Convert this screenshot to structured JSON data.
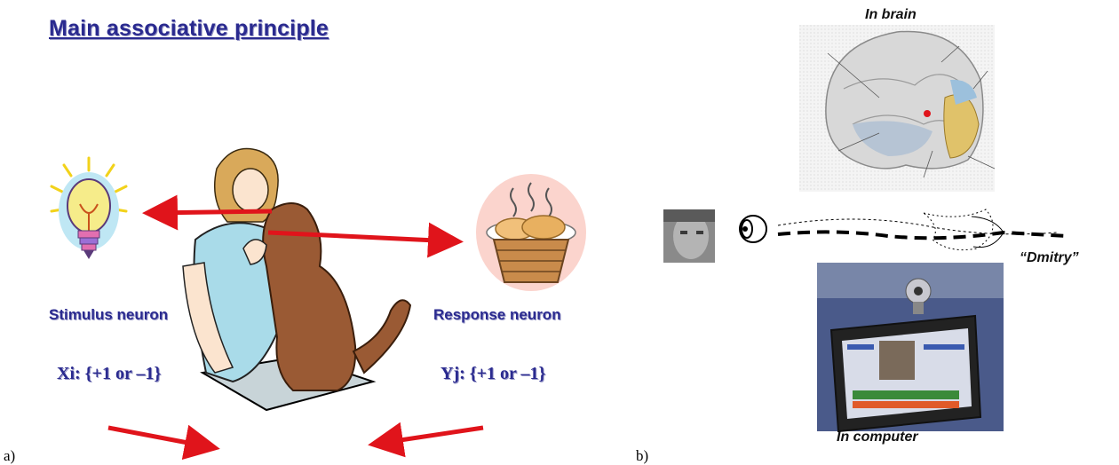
{
  "panel_a": {
    "title": "Main associative principle",
    "stimulus_label": "Stimulus neuron",
    "response_label": "Response neuron",
    "stimulus_value": "Xi: {+1 or –1}",
    "response_value": "Yj: {+1 or –1}",
    "letter": "a)"
  },
  "panel_b": {
    "top_caption": "In brain",
    "bottom_caption": "In computer",
    "name_caption": "“Dmitry”",
    "letter": "b)"
  },
  "colors": {
    "arrow": "#e0141b",
    "text": "#2a2a8f"
  }
}
